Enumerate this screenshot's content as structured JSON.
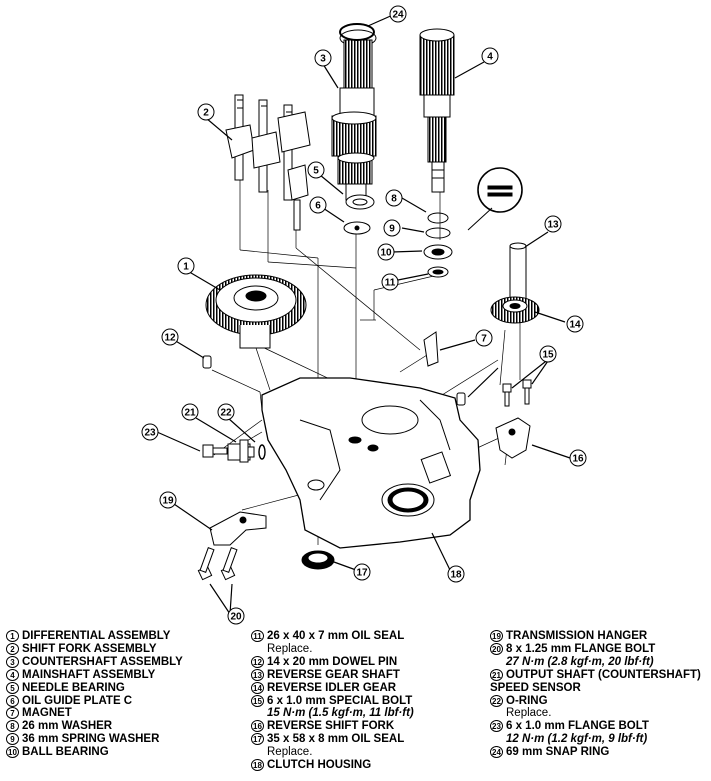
{
  "callouts": [
    "1",
    "2",
    "3",
    "4",
    "5",
    "6",
    "7",
    "8",
    "9",
    "10",
    "11",
    "12",
    "13",
    "14",
    "15",
    "16",
    "17",
    "18",
    "19",
    "20",
    "21",
    "22",
    "23",
    "24"
  ],
  "legend": {
    "col1": [
      {
        "num": "1",
        "text": "DIFFERENTIAL ASSEMBLY"
      },
      {
        "num": "2",
        "text": "SHIFT FORK ASSEMBLY"
      },
      {
        "num": "3",
        "text": "COUNTERSHAFT ASSEMBLY"
      },
      {
        "num": "4",
        "text": "MAINSHAFT ASSEMBLY"
      },
      {
        "num": "5",
        "text": "NEEDLE BEARING"
      },
      {
        "num": "6",
        "text": "OIL GUIDE PLATE C"
      },
      {
        "num": "7",
        "text": "MAGNET"
      },
      {
        "num": "8",
        "text": "26 mm WASHER"
      },
      {
        "num": "9",
        "text": "36 mm SPRING WASHER"
      },
      {
        "num": "10",
        "text": "BALL BEARING"
      }
    ],
    "col2": [
      {
        "num": "11",
        "text": "26 x 40 x 7 mm OIL SEAL",
        "note": "Replace."
      },
      {
        "num": "12",
        "text": "14 x 20 mm DOWEL PIN"
      },
      {
        "num": "13",
        "text": "REVERSE GEAR SHAFT"
      },
      {
        "num": "14",
        "text": "REVERSE IDLER GEAR"
      },
      {
        "num": "15",
        "text": "6 x 1.0 mm SPECIAL BOLT",
        "torque": "15 N·m (1.5 kgf·m, 11 lbf·ft)"
      },
      {
        "num": "16",
        "text": "REVERSE SHIFT FORK"
      },
      {
        "num": "17",
        "text": "35 x 58 x 8 mm OIL SEAL",
        "note": "Replace."
      },
      {
        "num": "18",
        "text": "CLUTCH HOUSING"
      }
    ],
    "col3": [
      {
        "num": "19",
        "text": "TRANSMISSION HANGER"
      },
      {
        "num": "20",
        "text": "8 x 1.25 mm FLANGE BOLT",
        "torque": "27 N·m (2.8 kgf·m, 20 lbf·ft)"
      },
      {
        "num": "21",
        "text": "OUTPUT SHAFT (COUNTERSHAFT)",
        "text2": "SPEED SENSOR"
      },
      {
        "num": "22",
        "text": "O-RING",
        "note": "Replace."
      },
      {
        "num": "23",
        "text": "6 x 1.0 mm FLANGE BOLT",
        "torque": "12 N·m (1.2 kgf·m, 9 lbf·ft)"
      },
      {
        "num": "24",
        "text": "69 mm SNAP RING"
      }
    ]
  }
}
